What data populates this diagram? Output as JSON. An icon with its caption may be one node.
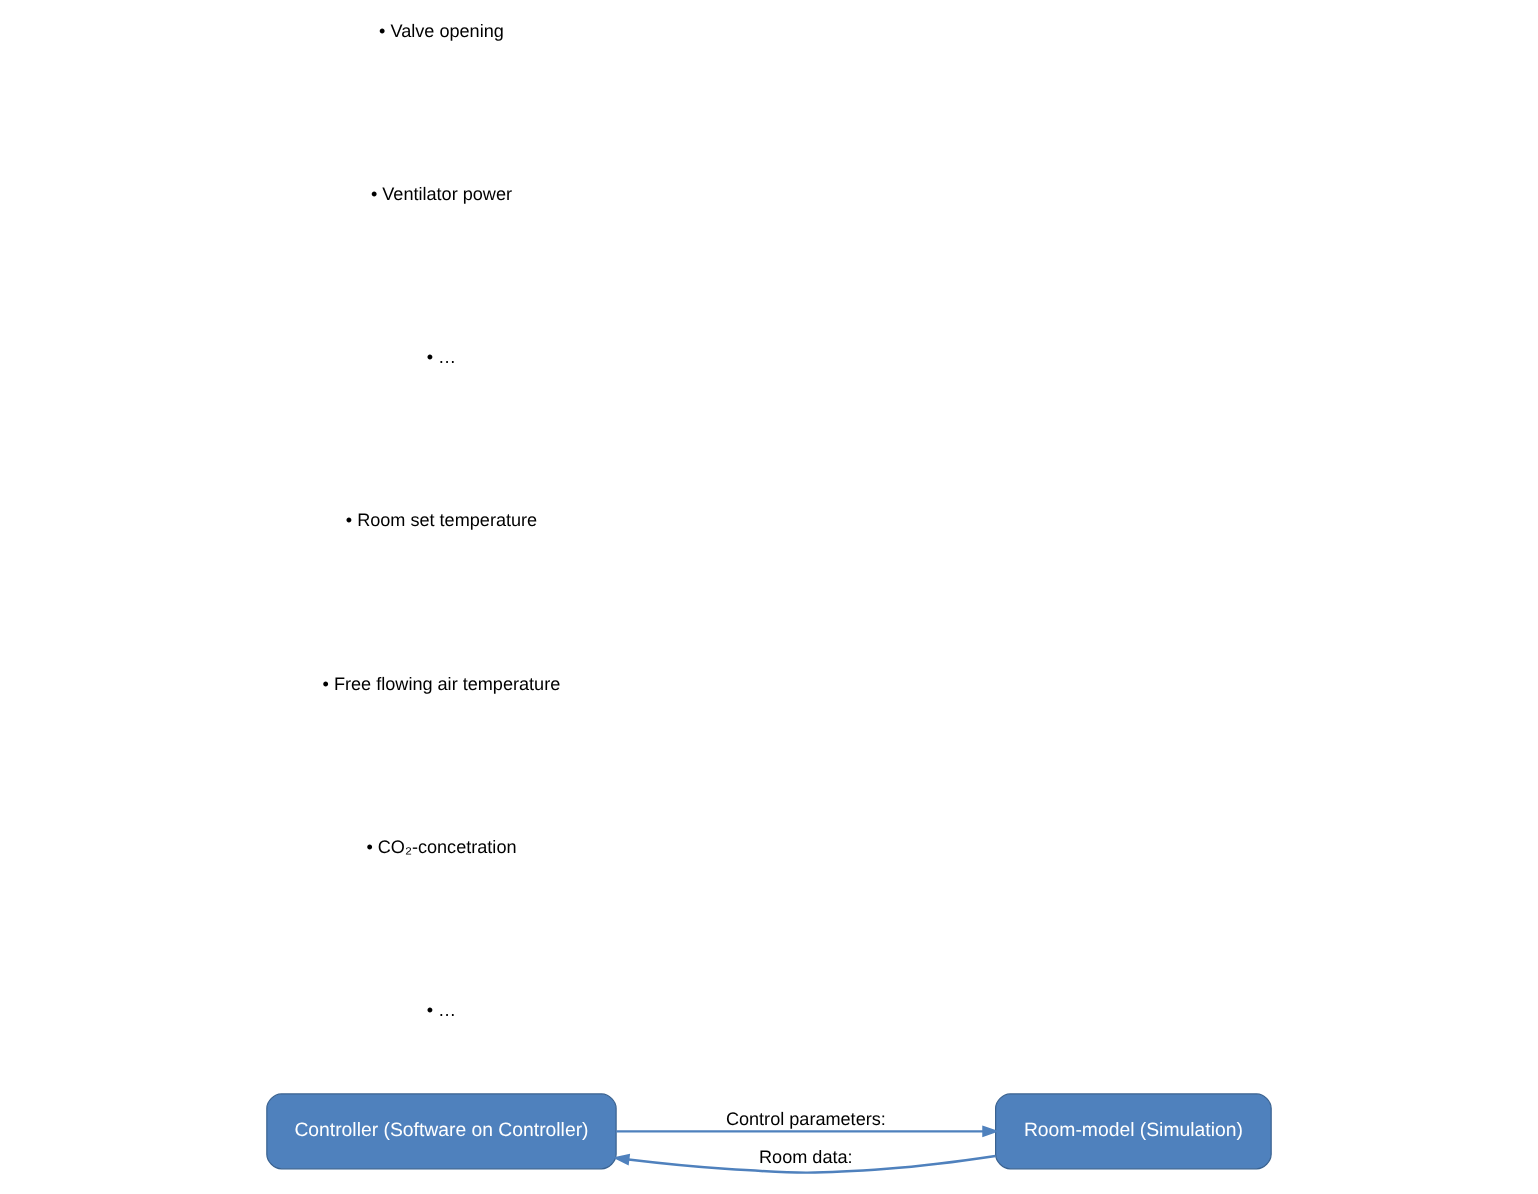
{
  "diagram": {
    "nodes": [
      {
        "text": [
          "Controller (Software on Controller)"
        ]
      },
      {
        "text": [
          "Room-model (Simulation)"
        ]
      }
    ],
    "edges": [
      {
        "from": 0,
        "to": 1,
        "arrow": "to",
        "label": "Control parameters:"
      },
      {
        "from": 1,
        "to": 0,
        "arrow": "to",
        "label": "Room data:"
      }
    ],
    "labels": [
      "• Valve opening",
      "• Ventilator power",
      "• …",
      "• Room set temperature",
      "• Free flowing air temperature",
      "• CO₂-concetration",
      "• …"
    ]
  }
}
